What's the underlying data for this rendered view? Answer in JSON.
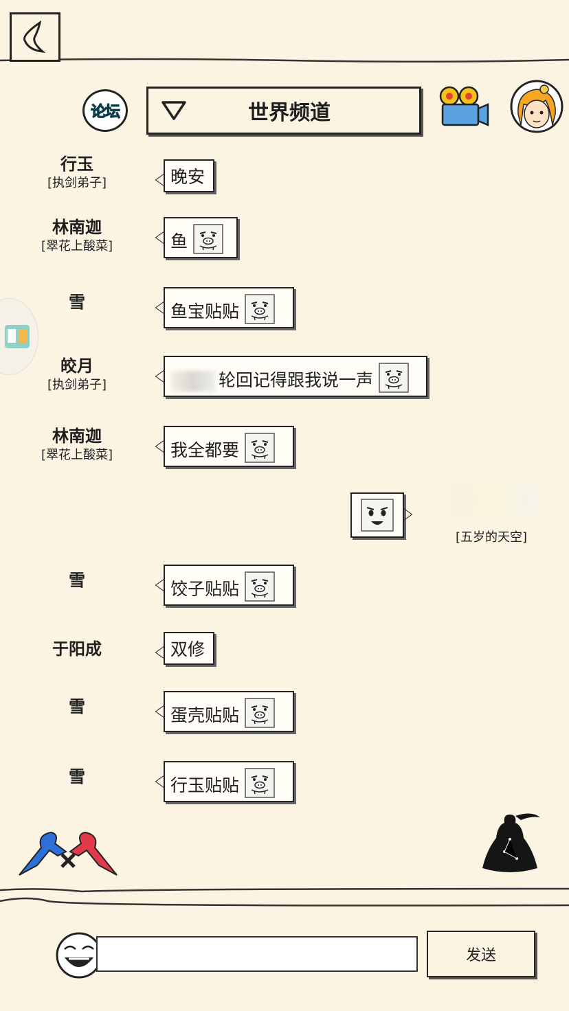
{
  "header": {
    "forum_label": "论坛",
    "channel_title": "世界频道"
  },
  "messages": [
    {
      "name": "行玉",
      "title": "[执剑弟子]",
      "text": "晚安",
      "emoji": false
    },
    {
      "name": "林南迦",
      "title": "[翠花上酸菜]",
      "text": "鱼",
      "emoji": true
    },
    {
      "name": "雪",
      "title": "",
      "text": "鱼宝贴贴",
      "emoji": true
    },
    {
      "name": "皎月",
      "title": "[执剑弟子]",
      "text": "轮回记得跟我说一声",
      "emoji": true
    },
    {
      "name": "林南迦",
      "title": "[翠花上酸菜]",
      "text": "我全都要",
      "emoji": true
    },
    {
      "name": "雪",
      "title": "",
      "text": "饺子贴贴",
      "emoji": true
    },
    {
      "name": "于阳成",
      "title": "",
      "text": "双修",
      "emoji": false
    },
    {
      "name": "雪",
      "title": "",
      "text": "蛋壳贴贴",
      "emoji": true
    },
    {
      "name": "雪",
      "title": "",
      "text": "行玉贴贴",
      "emoji": true
    }
  ],
  "self_message": {
    "title": "[五岁的天空]",
    "emoji": "smiling-face-sticker"
  },
  "input": {
    "value": "",
    "placeholder": ""
  },
  "send_label": "发送",
  "icons": {
    "back": "back-chevron-icon",
    "dropdown": "triangle-down-icon",
    "camera": "movie-camera-icon",
    "avatar": "girl-avatar-icon",
    "pig": "pig-face-sticker-icon",
    "battle": "fighters-icon",
    "meditate": "meditating-figure-icon",
    "emoji_picker": "laughing-face-icon"
  },
  "colors": {
    "background": "#fbf4e3",
    "ink": "#222222",
    "forum_accent": "#0fa9c9"
  }
}
